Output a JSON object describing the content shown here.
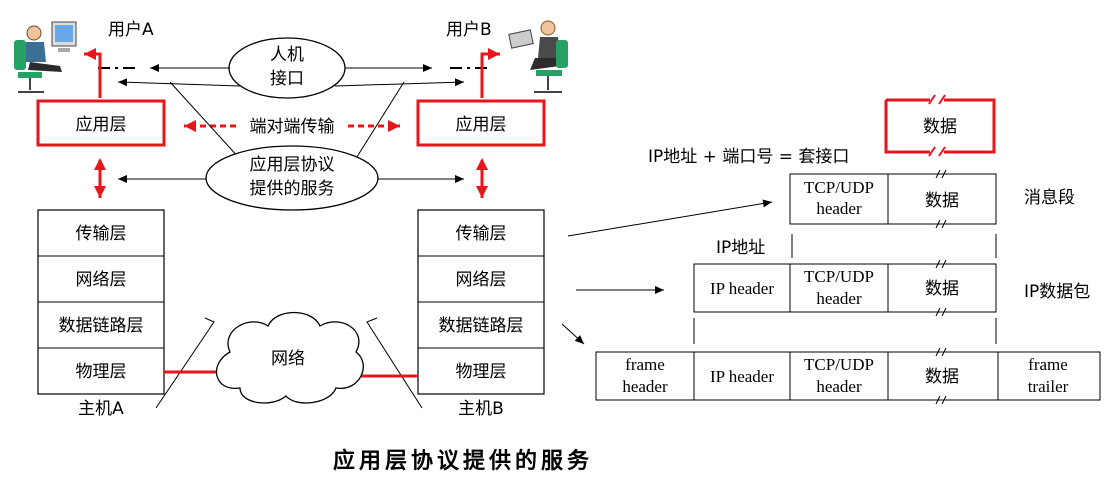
{
  "title": "应用层协议提供的服务",
  "labels": {
    "user_a": "用户A",
    "user_b": "用户B",
    "hci_line1": "人机",
    "hci_line2": "接口",
    "end_to_end": "端对端传输",
    "service_line1": "应用层协议",
    "service_line2": "提供的服务",
    "network": "网络"
  },
  "host_a": {
    "name": "主机A",
    "app_layer": "应用层",
    "layers": [
      "传输层",
      "网络层",
      "数据链路层",
      "物理层"
    ]
  },
  "host_b": {
    "name": "主机B",
    "app_layer": "应用层",
    "layers": [
      "传输层",
      "网络层",
      "数据链路层",
      "物理层"
    ]
  },
  "encapsulation": {
    "data": "数据",
    "socket_formula": "IP地址 + 端口号 = 套接口",
    "tcp_udp_line1": "TCP/UDP",
    "header": "header",
    "segment_name": "消息段",
    "ip_address": "IP地址",
    "ip_header": "IP header",
    "packet_name": "IP数据包",
    "frame_header_line1": "frame",
    "frame_trailer_line1": "frame",
    "frame_trailer_line2": "trailer"
  },
  "colors": {
    "accent_red": "#e8151b",
    "line": "#000000"
  }
}
